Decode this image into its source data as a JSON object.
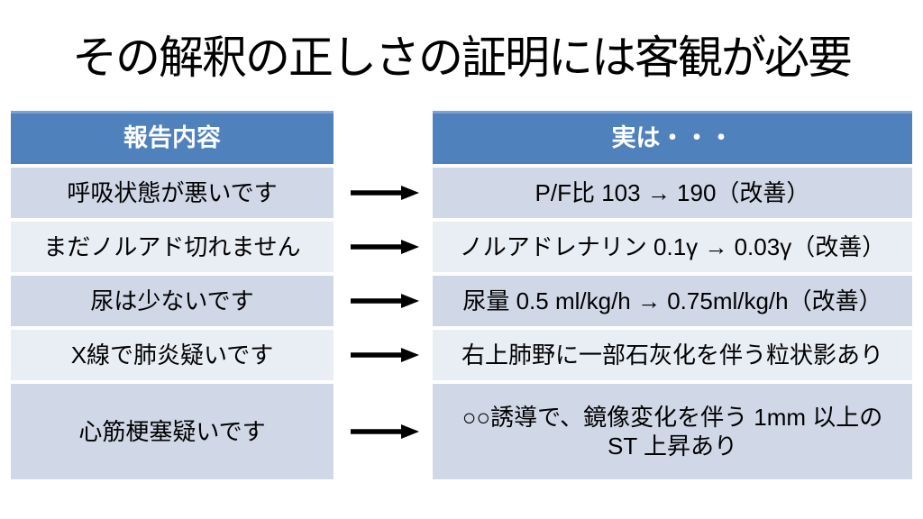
{
  "slide": {
    "title": "その解釈の正しさの証明には客観が必要",
    "left_table": {
      "header": "報告内容",
      "rows": [
        "呼吸状態が悪いです",
        "まだノルアド切れません",
        "尿は少ないです",
        "X線で肺炎疑いです",
        "心筋梗塞疑いです"
      ]
    },
    "right_table": {
      "header": "実は・・・",
      "rows": [
        "P/F比 103 → 190（改善）",
        "ノルアドレナリン 0.1γ → 0.03γ（改善）",
        "尿量 0.5 ml/kg/h → 0.75ml/kg/h（改善）",
        "右上肺野に一部石灰化を伴う粒状影あり",
        "○○誘導で、鏡像変化を伴う 1mm 以上の\nST 上昇あり"
      ]
    },
    "arrows": {
      "count": 5,
      "direction": "right",
      "color": "#000000"
    },
    "colors": {
      "background": "#FFFFFF",
      "header_bg": "#4F81BD",
      "header_top_border": "#7CA1D4",
      "header_text": "#FFFFFF",
      "row_band_dark": "#D0D8E8",
      "row_band_light": "#E9EDF4",
      "title_text": "#000000",
      "body_text": "#000000"
    }
  }
}
